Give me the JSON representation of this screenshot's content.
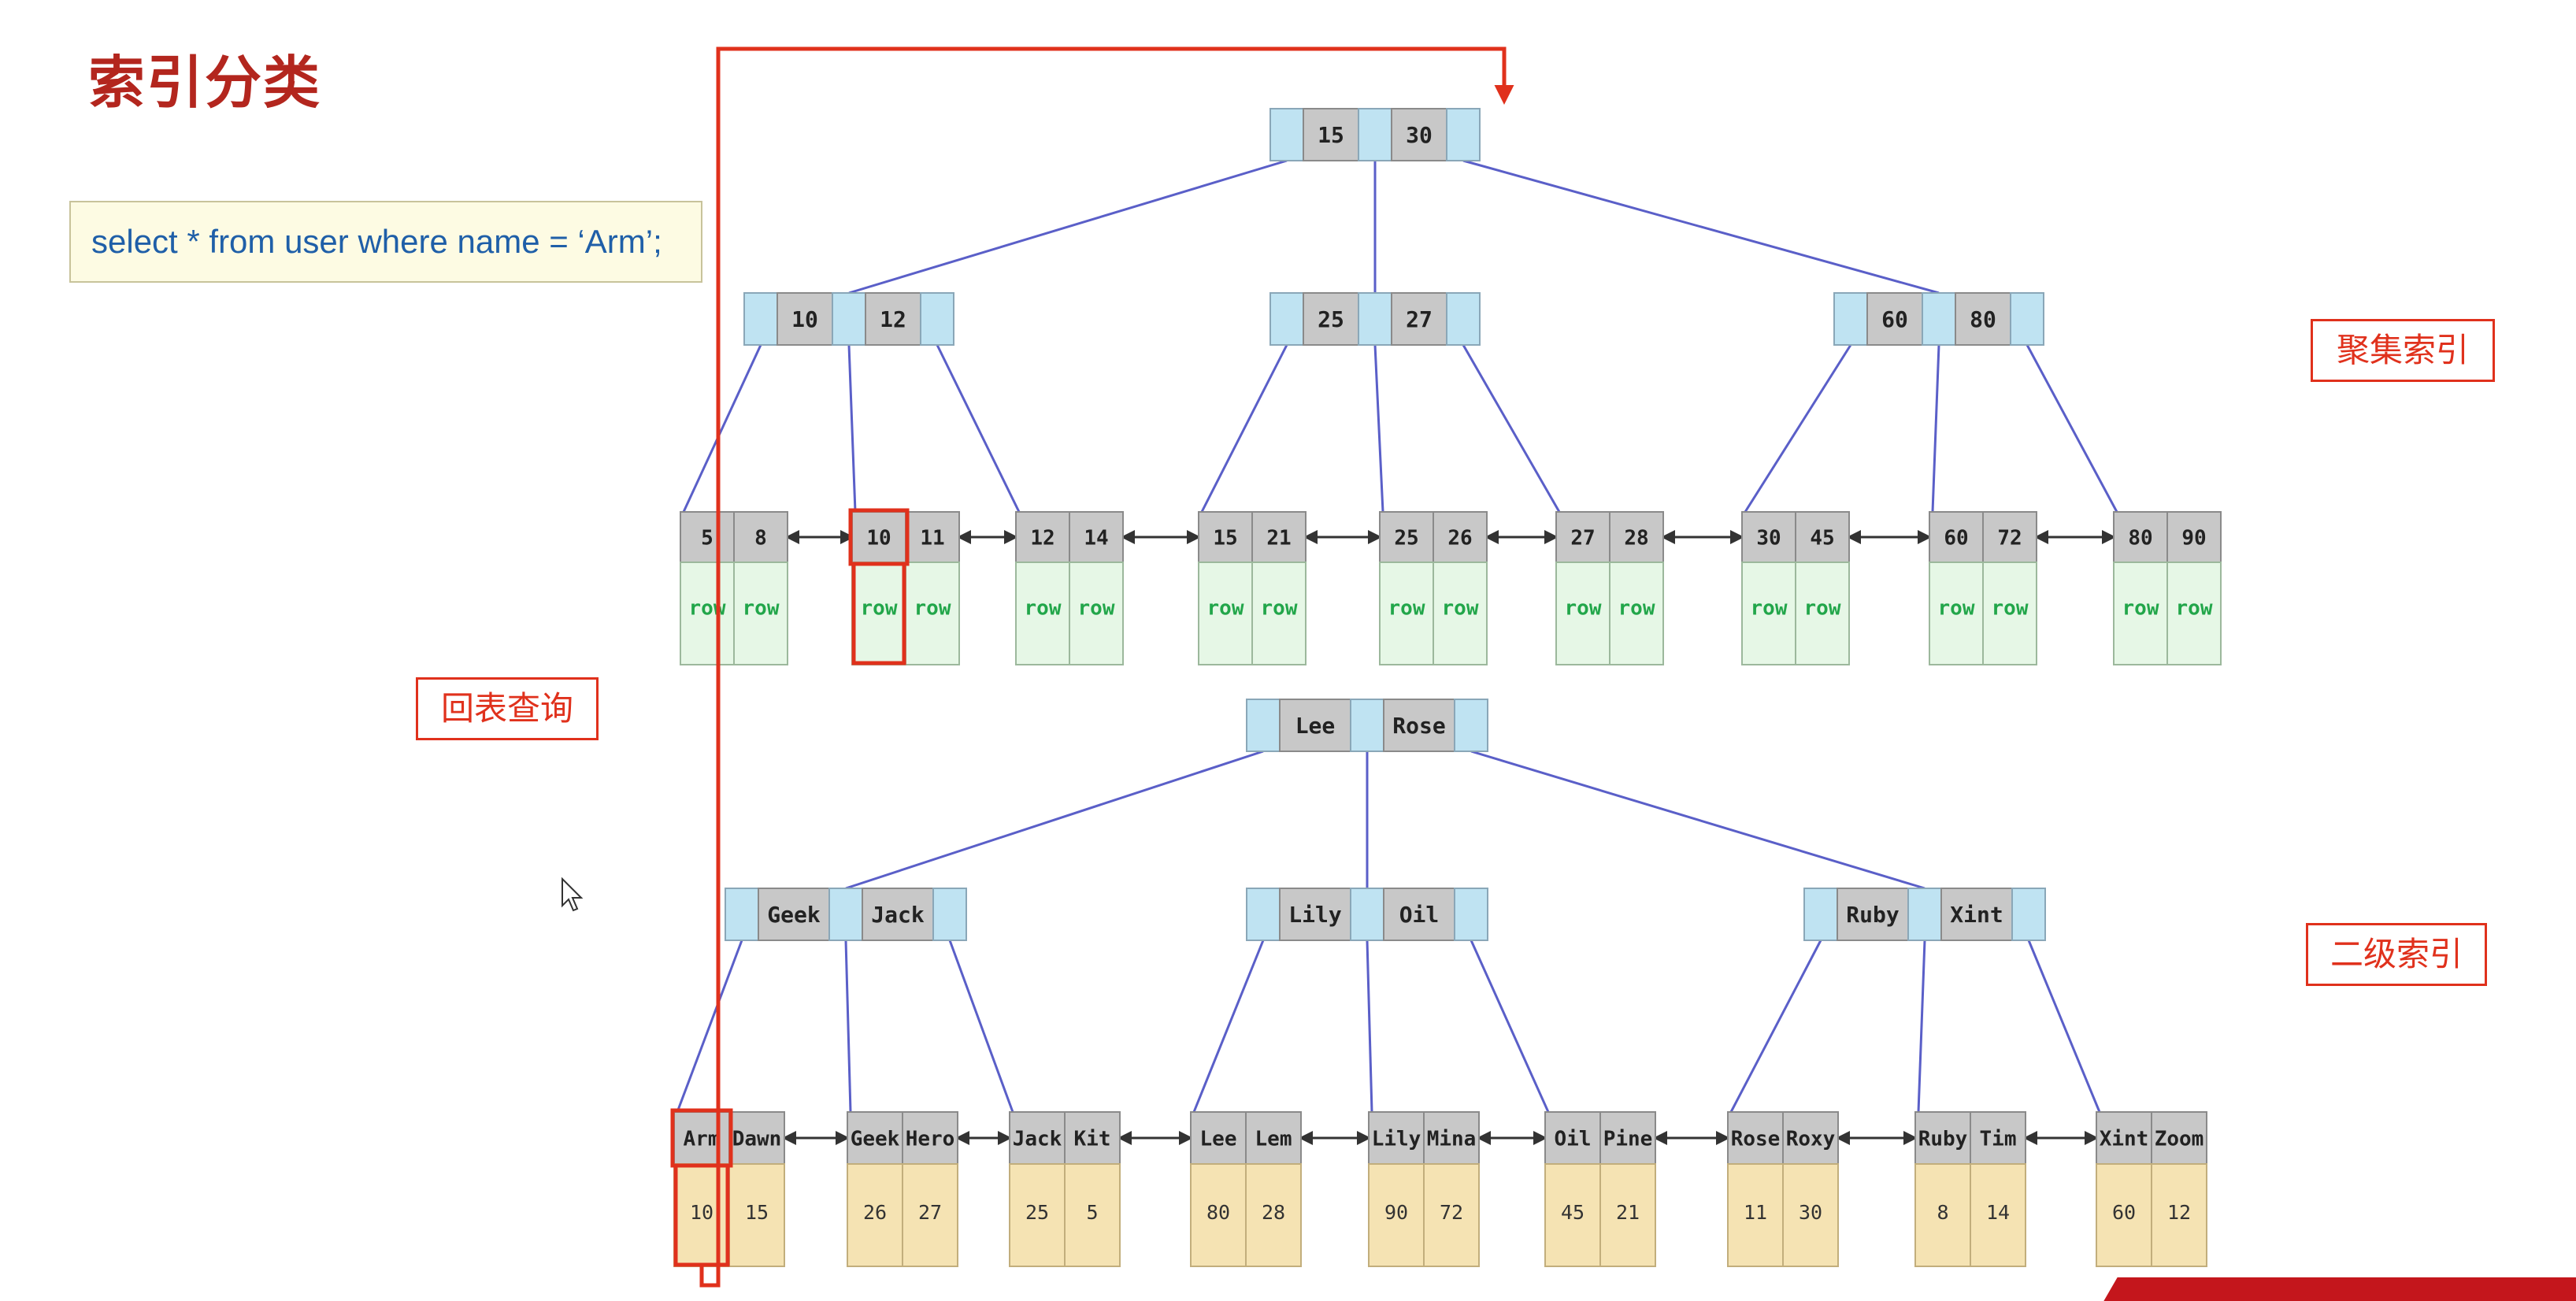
{
  "title": "索引分类",
  "sql": "select * from user where name = ‘Arm’;",
  "labels": {
    "clustered": "聚集索引",
    "secondary": "二级索引",
    "lookup": "回表查询"
  },
  "colors": {
    "accent": "#e0311c",
    "title": "#b3261e",
    "edge": "#5a5fc8",
    "key_cell": "#c8c8c8",
    "pointer_cell": "#bfe3f2",
    "row_cell": "#e6f7e6",
    "row_text": "#22a64a",
    "value_cell": "#f5e3b3"
  },
  "clustered_index": {
    "root": [
      "15",
      "30"
    ],
    "internal": [
      [
        "10",
        "12"
      ],
      [
        "25",
        "27"
      ],
      [
        "60",
        "80"
      ]
    ],
    "leaves": [
      {
        "keys": [
          "5",
          "8"
        ],
        "rows": [
          "row",
          "row"
        ]
      },
      {
        "keys": [
          "10",
          "11"
        ],
        "rows": [
          "row",
          "row"
        ]
      },
      {
        "keys": [
          "12",
          "14"
        ],
        "rows": [
          "row",
          "row"
        ]
      },
      {
        "keys": [
          "15",
          "21"
        ],
        "rows": [
          "row",
          "row"
        ]
      },
      {
        "keys": [
          "25",
          "26"
        ],
        "rows": [
          "row",
          "row"
        ]
      },
      {
        "keys": [
          "27",
          "28"
        ],
        "rows": [
          "row",
          "row"
        ]
      },
      {
        "keys": [
          "30",
          "45"
        ],
        "rows": [
          "row",
          "row"
        ]
      },
      {
        "keys": [
          "60",
          "72"
        ],
        "rows": [
          "row",
          "row"
        ]
      },
      {
        "keys": [
          "80",
          "90"
        ],
        "rows": [
          "row",
          "row"
        ]
      }
    ]
  },
  "secondary_index": {
    "root": [
      "Lee",
      "Rose"
    ],
    "internal": [
      [
        "Geek",
        "Jack"
      ],
      [
        "Lily",
        "Oil"
      ],
      [
        "Ruby",
        "Xint"
      ]
    ],
    "leaves": [
      {
        "keys": [
          "Arm",
          "Dawn"
        ],
        "values": [
          "10",
          "15"
        ]
      },
      {
        "keys": [
          "Geek",
          "Hero"
        ],
        "values": [
          "26",
          "27"
        ]
      },
      {
        "keys": [
          "Jack",
          "Kit"
        ],
        "values": [
          "25",
          "5"
        ]
      },
      {
        "keys": [
          "Lee",
          "Lem"
        ],
        "values": [
          "80",
          "28"
        ]
      },
      {
        "keys": [
          "Lily",
          "Mina"
        ],
        "values": [
          "90",
          "72"
        ]
      },
      {
        "keys": [
          "Oil",
          "Pine"
        ],
        "values": [
          "45",
          "21"
        ]
      },
      {
        "keys": [
          "Rose",
          "Roxy"
        ],
        "values": [
          "11",
          "30"
        ]
      },
      {
        "keys": [
          "Ruby",
          "Tim"
        ],
        "values": [
          "8",
          "14"
        ]
      },
      {
        "keys": [
          "Xint",
          "Zoom"
        ],
        "values": [
          "60",
          "12"
        ]
      }
    ]
  }
}
